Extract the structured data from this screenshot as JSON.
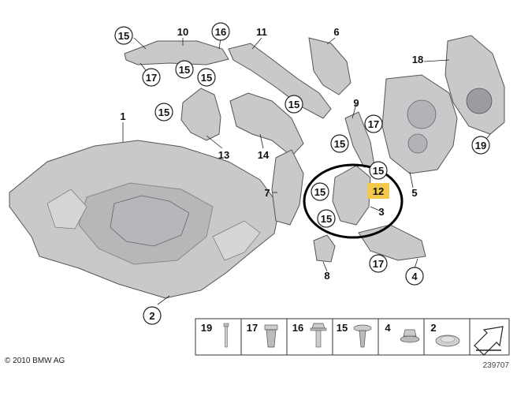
{
  "callouts": [
    {
      "id": "c15a",
      "label": "15",
      "circled": true
    },
    {
      "id": "c10",
      "label": "10",
      "circled": false
    },
    {
      "id": "c16",
      "label": "16",
      "circled": true
    },
    {
      "id": "c11",
      "label": "11",
      "circled": false
    },
    {
      "id": "c6",
      "label": "6",
      "circled": false
    },
    {
      "id": "c17a",
      "label": "17",
      "circled": true
    },
    {
      "id": "c15b",
      "label": "15",
      "circled": true
    },
    {
      "id": "c15c",
      "label": "15",
      "circled": true
    },
    {
      "id": "c18",
      "label": "18",
      "circled": false
    },
    {
      "id": "c15d",
      "label": "15",
      "circled": true
    },
    {
      "id": "c15e",
      "label": "15",
      "circled": true
    },
    {
      "id": "c9",
      "label": "9",
      "circled": false
    },
    {
      "id": "c17b",
      "label": "17",
      "circled": true
    },
    {
      "id": "c1",
      "label": "1",
      "circled": false
    },
    {
      "id": "c15f",
      "label": "15",
      "circled": true
    },
    {
      "id": "c19",
      "label": "19",
      "circled": true
    },
    {
      "id": "c13",
      "label": "13",
      "circled": false
    },
    {
      "id": "c14",
      "label": "14",
      "circled": false
    },
    {
      "id": "c15g",
      "label": "15",
      "circled": true
    },
    {
      "id": "c15h",
      "label": "15",
      "circled": true
    },
    {
      "id": "c12",
      "label": "12",
      "circled": false,
      "highlight": true
    },
    {
      "id": "c7",
      "label": "7",
      "circled": false
    },
    {
      "id": "c5",
      "label": "5",
      "circled": false
    },
    {
      "id": "c3",
      "label": "3",
      "circled": false
    },
    {
      "id": "c15i",
      "label": "15",
      "circled": true
    },
    {
      "id": "c17c",
      "label": "17",
      "circled": true
    },
    {
      "id": "c8",
      "label": "8",
      "circled": false
    },
    {
      "id": "c4",
      "label": "4",
      "circled": true
    },
    {
      "id": "c2",
      "label": "2",
      "circled": true
    }
  ],
  "legend": {
    "items": [
      {
        "label": "19",
        "icon": "rivet-icon"
      },
      {
        "label": "17",
        "icon": "expanding-nut-icon"
      },
      {
        "label": "16",
        "icon": "hex-bolt-icon"
      },
      {
        "label": "15",
        "icon": "push-clip-icon"
      },
      {
        "label": "4",
        "icon": "collar-nut-icon"
      },
      {
        "label": "2",
        "icon": "plug-cap-icon"
      }
    ],
    "last_icon": "direction-arrow-icon"
  },
  "copyright": "© 2010 BMW AG",
  "diagram_id": "239707",
  "colors": {
    "part": "#c9c9cb",
    "highlight": "#f2c94c",
    "ring": "#000000"
  }
}
